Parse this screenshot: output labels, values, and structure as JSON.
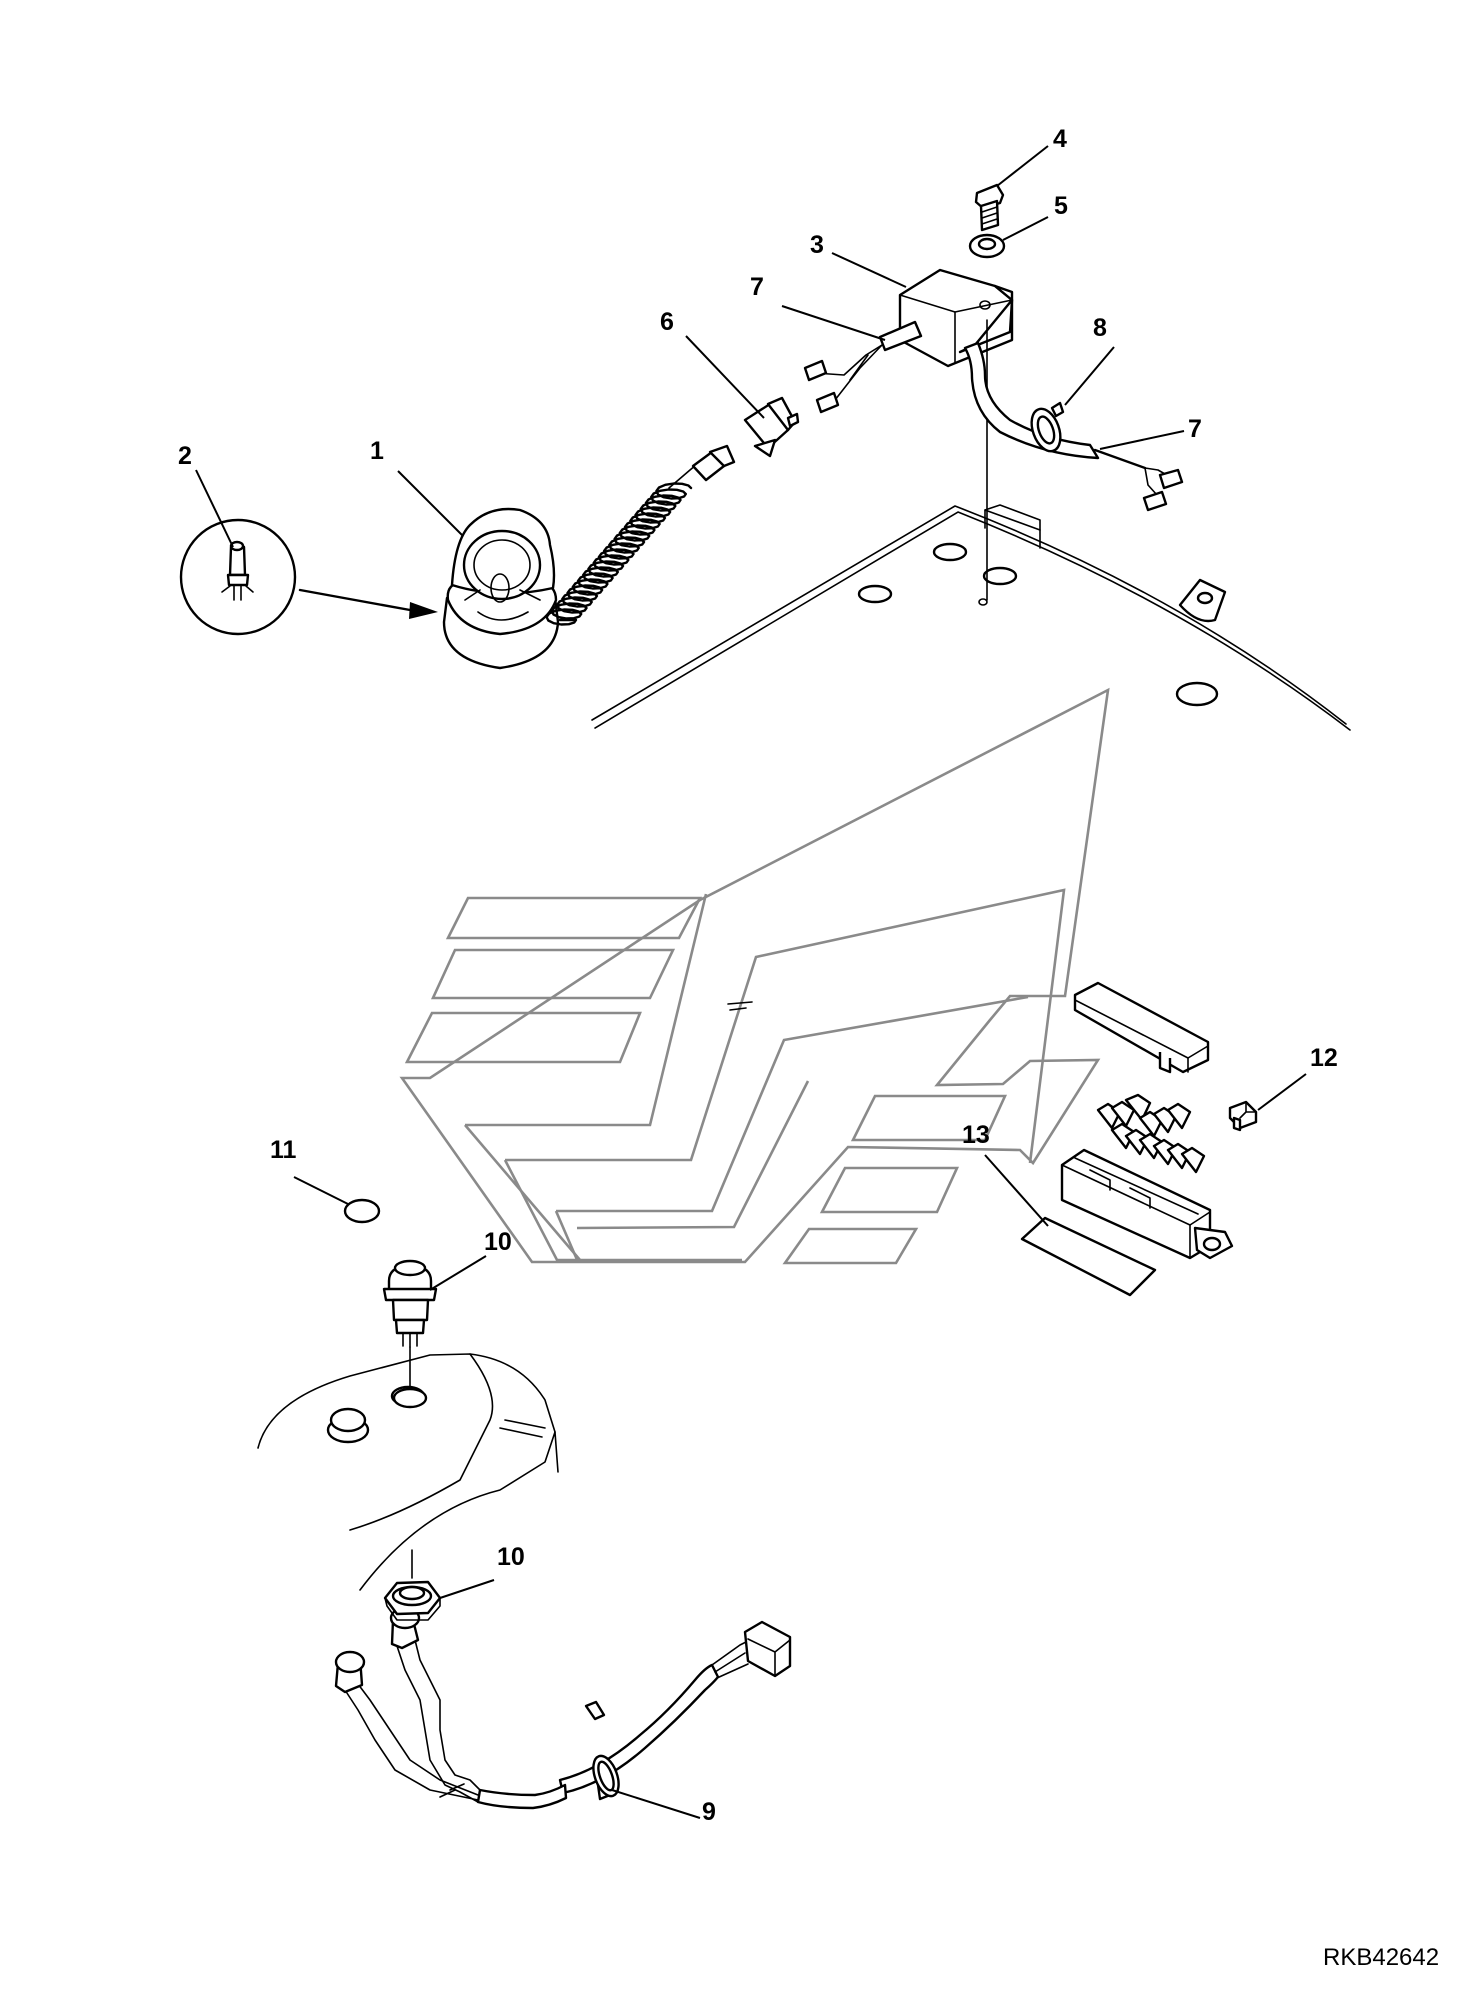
{
  "callouts": {
    "c1": "1",
    "c2": "2",
    "c3": "3",
    "c4": "4",
    "c5": "5",
    "c6": "6",
    "c7a": "7",
    "c7b": "7",
    "c8": "8",
    "c9": "9",
    "c10a": "10",
    "c10b": "10",
    "c11": "11",
    "c12": "12",
    "c13": "13"
  },
  "drawing_ref": "RKB42642"
}
